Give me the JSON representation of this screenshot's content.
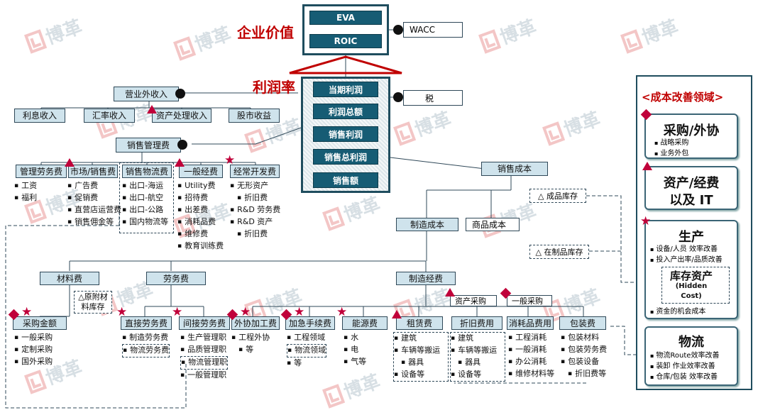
{
  "top": {
    "company_value": "企业价值",
    "eva": "EVA",
    "roic": "ROIC",
    "wacc": "WACC",
    "profit_rate": "利润率",
    "tax": "税"
  },
  "stack": [
    "当期利润",
    "利润总额",
    "销售利润",
    "销售总利润",
    "销售额"
  ],
  "nonop": {
    "title": "营业外收入",
    "children": [
      "利息收入",
      "汇率收入",
      "资产处理收入",
      "股市收益"
    ]
  },
  "sga": {
    "title": "销售管理费",
    "cats": [
      "管理劳务费",
      "市场/销售费",
      "销售物流费",
      "一般经费",
      "经常开发费"
    ],
    "lists": [
      [
        "工资",
        "福利"
      ],
      [
        "广告费",
        "促销费",
        "直营店运营费",
        "销售佣金等"
      ],
      [
        "出口-海运",
        "出口-航空",
        "出口-公路",
        "国内物流等"
      ],
      [
        "Utility费",
        "招待费",
        "出差费",
        "消耗品费",
        "维修费",
        "教育训练费"
      ],
      [
        "无形资产",
        "折旧费",
        "R&D 劳务费",
        "R&D 资产",
        "折旧费"
      ]
    ]
  },
  "cost": {
    "sales_cost": "销售成本",
    "finished_stock": "△ 成品库存",
    "mfg_cost": "制造成本",
    "goods_cost": "商品成本",
    "wip_stock": "△ 在制品库存",
    "material": "材料费",
    "labor": "劳务费",
    "overhead": "制造经费",
    "raw_stock_l1": "△原附材",
    "raw_stock_l2": "料库存",
    "asset_purchase": "资产采购",
    "general_purchase": "一般采购"
  },
  "leaves": {
    "purchase": {
      "title": "采购金额",
      "items": [
        "一般采购",
        "定制采购",
        "国外采购"
      ]
    },
    "direct_labor": {
      "title": "直接劳务费",
      "items": [
        "制造劳务费",
        "物流劳务费"
      ]
    },
    "indirect_labor": {
      "title": "间接劳务费",
      "items": [
        "生产管理职",
        "品质管理职",
        "物流管理职",
        "一般管理职"
      ]
    },
    "outsourcing": {
      "title": "外协加工费",
      "items": [
        "工程外协",
        "等"
      ]
    },
    "processing_fee": {
      "title": "加急手续费",
      "items": [
        "工程领域",
        "物流领域",
        "等"
      ]
    },
    "energy": {
      "title": "能源费",
      "items": [
        "水",
        "电",
        "气等"
      ]
    },
    "rent": {
      "title": "租赁费",
      "items": [
        "建筑",
        "车辆等搬运",
        "器具",
        "设备等"
      ]
    },
    "depreciation": {
      "title": "折旧费用",
      "items": [
        "建筑",
        "车辆等搬运",
        "器具",
        "设备等"
      ]
    },
    "consumables": {
      "title": "消耗品费用",
      "items": [
        "工程消耗",
        "一般消耗",
        "办公消耗",
        "维修材料等"
      ]
    },
    "packaging": {
      "title": "包装费",
      "items": [
        "包装材料",
        "包装劳务费",
        "包装设备",
        "折旧费等"
      ]
    }
  },
  "right_panel": {
    "title": "<成本改善领域>",
    "purchase": {
      "title": "采购/外协",
      "items": [
        "战略采购",
        "业务外包"
      ]
    },
    "asset": {
      "title_l1": "资产/经费",
      "title_l2": "以及 IT"
    },
    "production": {
      "title": "生产",
      "items": [
        "设备/人员 效率改善",
        "投入产出率/品质改善"
      ]
    },
    "inventory": {
      "title": "库存资产",
      "sub_l1": "(Hidden",
      "sub_l2": "Cost)",
      "note": "资金的机会成本"
    },
    "logistics": {
      "title": "物流",
      "items": [
        "物流Route效率改善",
        "装卸 作业效率改善",
        "仓库/包装 效率改善"
      ]
    }
  },
  "watermark": "博革",
  "colors": {
    "box_fill": "#cfe3ec",
    "stack_fill": "#165c74",
    "accent_red": "#c0003a",
    "title_red": "#c00000"
  }
}
